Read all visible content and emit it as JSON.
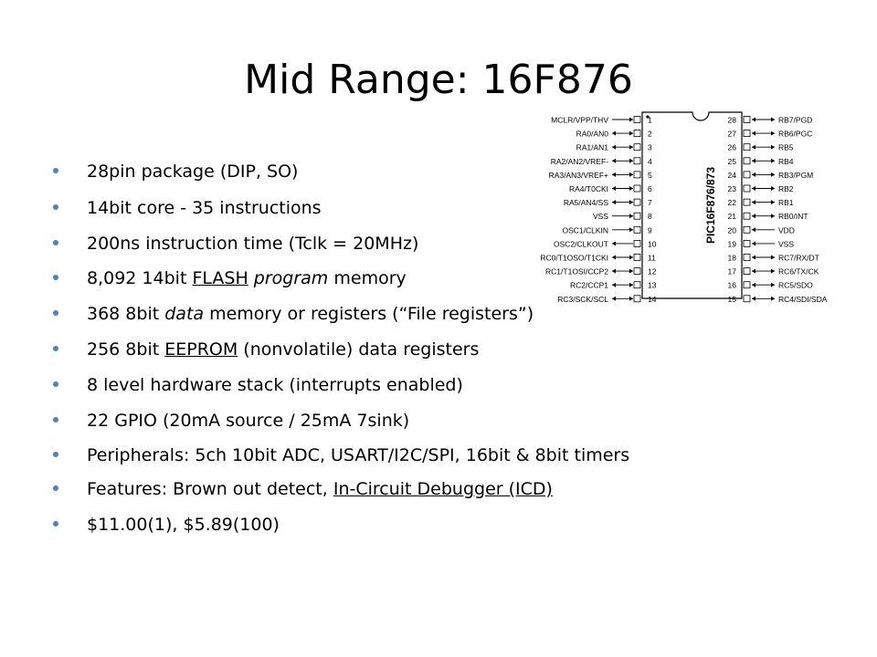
{
  "slide": {
    "title": "Mid Range: 16F876"
  },
  "bullets": [
    {
      "parts": [
        {
          "t": "28pin package (DIP, SO)"
        }
      ]
    },
    {
      "parts": [
        {
          "t": "14bit core - 35 instructions"
        }
      ]
    },
    {
      "parts": [
        {
          "t": "200ns instruction time (Tclk = 20MHz)"
        }
      ]
    },
    {
      "parts": [
        {
          "t": "8,092 14bit "
        },
        {
          "t": "FLASH",
          "u": true
        },
        {
          "t": " "
        },
        {
          "t": "program",
          "i": true
        },
        {
          "t": " memory"
        }
      ]
    },
    {
      "parts": [
        {
          "t": "368 8bit "
        },
        {
          "t": "data",
          "i": true
        },
        {
          "t": " memory or registers (“File registers”)"
        }
      ]
    },
    {
      "parts": [
        {
          "t": "256 8bit "
        },
        {
          "t": "EEPROM",
          "u": true
        },
        {
          "t": " (nonvolatile) data registers"
        }
      ]
    },
    {
      "parts": [
        {
          "t": "8 level hardware stack (interrupts enabled)"
        }
      ]
    },
    {
      "parts": [
        {
          "t": "22 GPIO  (20mA source / 25mA 7sink)"
        }
      ]
    },
    {
      "parts": [
        {
          "t": "Peripherals: 5ch 10bit ADC, USART/I2C/SPI, 16bit & 8bit timers"
        }
      ]
    },
    {
      "parts": [
        {
          "t": "Features: Brown out detect, "
        },
        {
          "t": "In-Circuit Debugger (ICD)",
          "u": true
        }
      ]
    },
    {
      "parts": [
        {
          "t": "$11.00(1), $5.89(100)"
        }
      ]
    }
  ],
  "chip": {
    "label": "PIC16F876/873",
    "left_pins": [
      {
        "num": "1",
        "name": "MCLR/VPP/THV",
        "dir": "in"
      },
      {
        "num": "2",
        "name": "RA0/AN0",
        "dir": "bi"
      },
      {
        "num": "3",
        "name": "RA1/AN1",
        "dir": "bi"
      },
      {
        "num": "4",
        "name": "RA2/AN2/VREF-",
        "dir": "bi"
      },
      {
        "num": "5",
        "name": "RA3/AN3/VREF+",
        "dir": "bi"
      },
      {
        "num": "6",
        "name": "RA4/T0CKI",
        "dir": "bi"
      },
      {
        "num": "7",
        "name": "RA5/AN4/SS",
        "dir": "bi"
      },
      {
        "num": "8",
        "name": "VSS",
        "dir": "in"
      },
      {
        "num": "9",
        "name": "OSC1/CLKIN",
        "dir": "in"
      },
      {
        "num": "10",
        "name": "OSC2/CLKOUT",
        "dir": "out"
      },
      {
        "num": "11",
        "name": "RC0/T1OSO/T1CKI",
        "dir": "bi"
      },
      {
        "num": "12",
        "name": "RC1/T1OSI/CCP2",
        "dir": "bi"
      },
      {
        "num": "13",
        "name": "RC2/CCP1",
        "dir": "bi"
      },
      {
        "num": "14",
        "name": "RC3/SCK/SCL",
        "dir": "bi"
      }
    ],
    "right_pins": [
      {
        "num": "28",
        "name": "RB7/PGD",
        "dir": "bi"
      },
      {
        "num": "27",
        "name": "RB6/PGC",
        "dir": "bi"
      },
      {
        "num": "26",
        "name": "RB5",
        "dir": "bi"
      },
      {
        "num": "25",
        "name": "RB4",
        "dir": "bi"
      },
      {
        "num": "24",
        "name": "RB3/PGM",
        "dir": "bi"
      },
      {
        "num": "23",
        "name": "RB2",
        "dir": "bi"
      },
      {
        "num": "22",
        "name": "RB1",
        "dir": "bi"
      },
      {
        "num": "21",
        "name": "RB0/INT",
        "dir": "bi"
      },
      {
        "num": "20",
        "name": "VDD",
        "dir": "in"
      },
      {
        "num": "19",
        "name": "VSS",
        "dir": "in"
      },
      {
        "num": "18",
        "name": "RC7/RX/DT",
        "dir": "bi"
      },
      {
        "num": "17",
        "name": "RC6/TX/CK",
        "dir": "bi"
      },
      {
        "num": "16",
        "name": "RC5/SDO",
        "dir": "bi"
      },
      {
        "num": "15",
        "name": "RC4/SDI/SDA",
        "dir": "bi"
      }
    ]
  },
  "colors": {
    "bullet": "#4f81bd",
    "text": "#000000",
    "background": "#ffffff"
  }
}
